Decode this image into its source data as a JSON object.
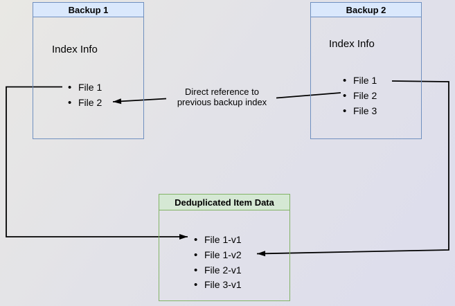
{
  "diagram": {
    "boxes": {
      "backup1": {
        "title": "Backup 1",
        "subtitle": "Index Info",
        "items": [
          "File 1",
          "File 2"
        ]
      },
      "backup2": {
        "title": "Backup 2",
        "subtitle": "Index Info",
        "items": [
          "File 1",
          "File 2",
          "File 3"
        ]
      },
      "dedup": {
        "title": "Deduplicated Item Data",
        "items": [
          "File 1-v1",
          "File 1-v2",
          "File 2-v1",
          "File 3-v1"
        ]
      }
    },
    "annotations": {
      "direct_reference": {
        "line1": "Direct reference to",
        "line2": "previous backup index"
      }
    },
    "edges": [
      {
        "from": "Backup 1 / File 1",
        "to": "Deduplicated Item Data / File 1-v1",
        "label": ""
      },
      {
        "from": "Backup 2 / File 1",
        "to": "Deduplicated Item Data / File 1-v2",
        "label": ""
      },
      {
        "from": "Backup 2 / File 2",
        "to": "Backup 1 / File 2",
        "label": "Direct reference to previous backup index"
      }
    ],
    "colors": {
      "blue_box_border": "#6f8fbf",
      "blue_box_header_fill": "#dae8fc",
      "green_box_border": "#82b366",
      "green_box_header_fill": "#d5e8d4",
      "arrow": "#000000",
      "background_top_left": "#e9e8e4",
      "background_bottom_right": "#dddded"
    }
  }
}
